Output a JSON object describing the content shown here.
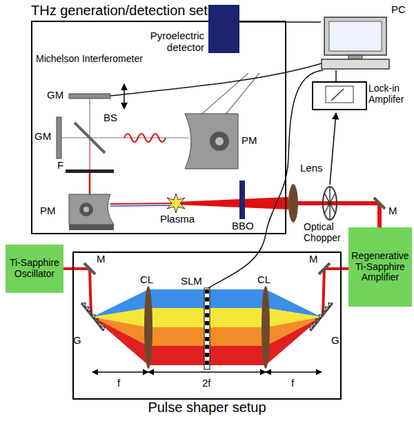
{
  "diagram": {
    "nodes": [
      {
        "text": [
          "THz generation/detection setup"
        ]
      },
      {
        "text": [
          "Pyroelectric detector"
        ],
        "in": 0
      },
      {
        "text": [
          "PC"
        ]
      },
      {
        "text": [
          "Lock-in Amplifer"
        ]
      },
      {
        "text": [
          "Ti-Sapphire Oscillator"
        ]
      },
      {
        "text": [
          "Pulse shaper setup"
        ]
      },
      {
        "text": [
          "Regenerative Ti-Sapphire Amplifier"
        ]
      }
    ],
    "edges": [
      {
        "from": 1,
        "to": 2,
        "arrow": "none"
      },
      {
        "from": 3,
        "to": 2,
        "arrow": "none"
      },
      {
        "from": 4,
        "to": 5,
        "arrow": "none"
      },
      {
        "from": 5,
        "to": 6,
        "arrow": "none"
      }
    ],
    "labels": [
      "Michelson Interferometer",
      "GM",
      "GM",
      "BS",
      "F",
      "PM",
      "PM",
      "Plasma",
      "BBO",
      "Lens",
      "Optical Chopper",
      "M",
      "M",
      "M",
      "G",
      "G",
      "CL",
      "SLM",
      "CL",
      "f",
      "2f",
      "f"
    ]
  }
}
